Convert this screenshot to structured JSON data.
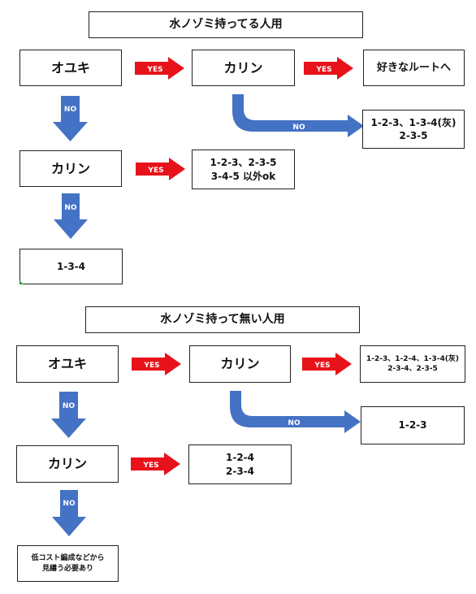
{
  "section1": {
    "title": "水ノゾミ持ってる人用",
    "start": "オユキ",
    "check2": "カリン",
    "check3": "カリン",
    "result_yes": "好きなルートへ",
    "result_no_line1": "1-2-3、1-3-4(灰)",
    "result_no_line2": "2-3-5",
    "result_mid_line1": "1-2-3、2-3-5",
    "result_mid_line2": "3-4-5 以外ok",
    "result_final": "1-3-4"
  },
  "section2": {
    "title": "水ノゾミ持って無い人用",
    "start": "オユキ",
    "check2": "カリン",
    "check3": "カリン",
    "result_yes_line1": "1-2-3、1-2-4、1-3-4(灰)",
    "result_yes_line2": "2-3-4、2-3-5",
    "result_no": "1-2-3",
    "result_mid_line1": "1-2-4",
    "result_mid_line2": "2-3-4",
    "result_final_line1": "低コスト編成などから",
    "result_final_line2": "見繕う必要あり"
  },
  "labels": {
    "yes": "YES",
    "no": "NO"
  },
  "colors": {
    "yes_arrow": "#e8121a",
    "no_arrow": "#4472c4"
  }
}
